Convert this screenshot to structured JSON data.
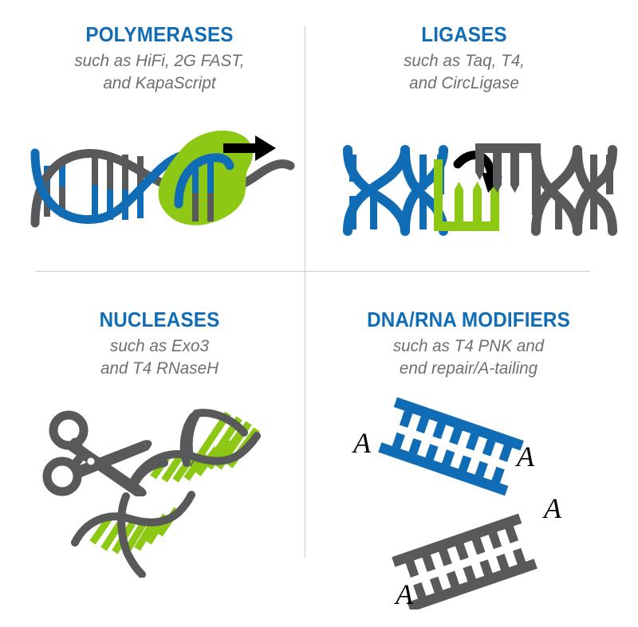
{
  "figure": {
    "layout": "four-quadrant grid of enzyme categories",
    "background_color": "#ffffff",
    "divider_color": "#c9cacb"
  },
  "palette": {
    "blue": "#0f6cb5",
    "green": "#8cc814",
    "gray": "#58595b",
    "black": "#000000",
    "text_gray": "#6d6e70"
  },
  "quadrants": [
    {
      "id": "polymerases",
      "title": "POLYMERASES",
      "subtitle_line1": "such as HiFi, 2G FAST,",
      "subtitle_line2": "and KapaScript",
      "illustration": "dna-polymerase-icon"
    },
    {
      "id": "ligases",
      "title": "LIGASES",
      "subtitle_line1": "such as Taq, T4,",
      "subtitle_line2": "and CircLigase",
      "illustration": "dna-ligase-icon"
    },
    {
      "id": "nucleases",
      "title": "NUCLEASES",
      "subtitle_line1": "such as Exo3",
      "subtitle_line2": "and T4 RNaseH",
      "illustration": "dna-scissors-icon"
    },
    {
      "id": "dna-rna-modifiers",
      "title": "DNA/RNA MODIFIERS",
      "subtitle_line1": "such as T4 PNK and",
      "subtitle_line2": "end repair/A-tailing",
      "illustration": "dna-a-tailing-icon",
      "labels": {
        "blue_duplex_left": "A",
        "blue_duplex_right": "A",
        "gray_duplex_left": "A",
        "gray_duplex_right": "A"
      }
    }
  ]
}
